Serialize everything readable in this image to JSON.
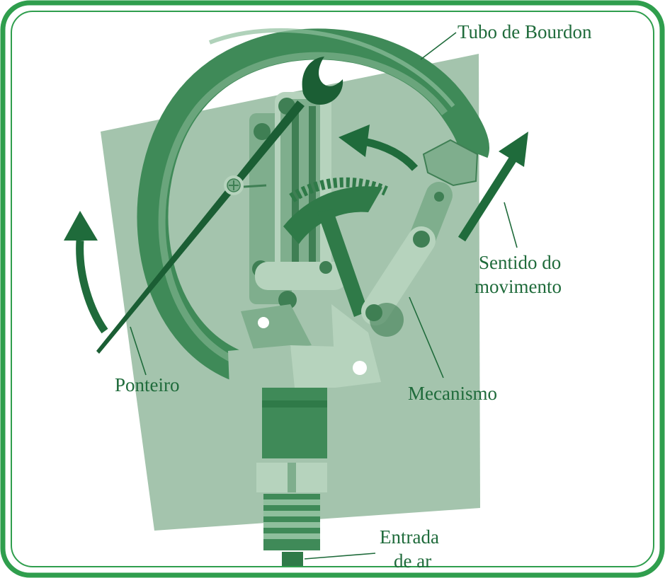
{
  "labels": {
    "tubo": "Tubo de Bourdon",
    "sentido_1": "Sentido do",
    "sentido_2": "movimento",
    "ponteiro": "Ponteiro",
    "mecanismo": "Mecanismo",
    "entrada_1": "Entrada",
    "entrada_2": "de ar"
  },
  "colors": {
    "frame": "#2f9e4d",
    "panel": "#a4c4ad",
    "tube_dark": "#3f8a58",
    "tube_light": "#6aa57c",
    "metal": "#7fae8d",
    "metal_light": "#b6d3bd",
    "metal_dark": "#3f7f54",
    "pointer": "#1b5e34",
    "arrow": "#1f6b3b",
    "text": "#1f6b3b"
  }
}
